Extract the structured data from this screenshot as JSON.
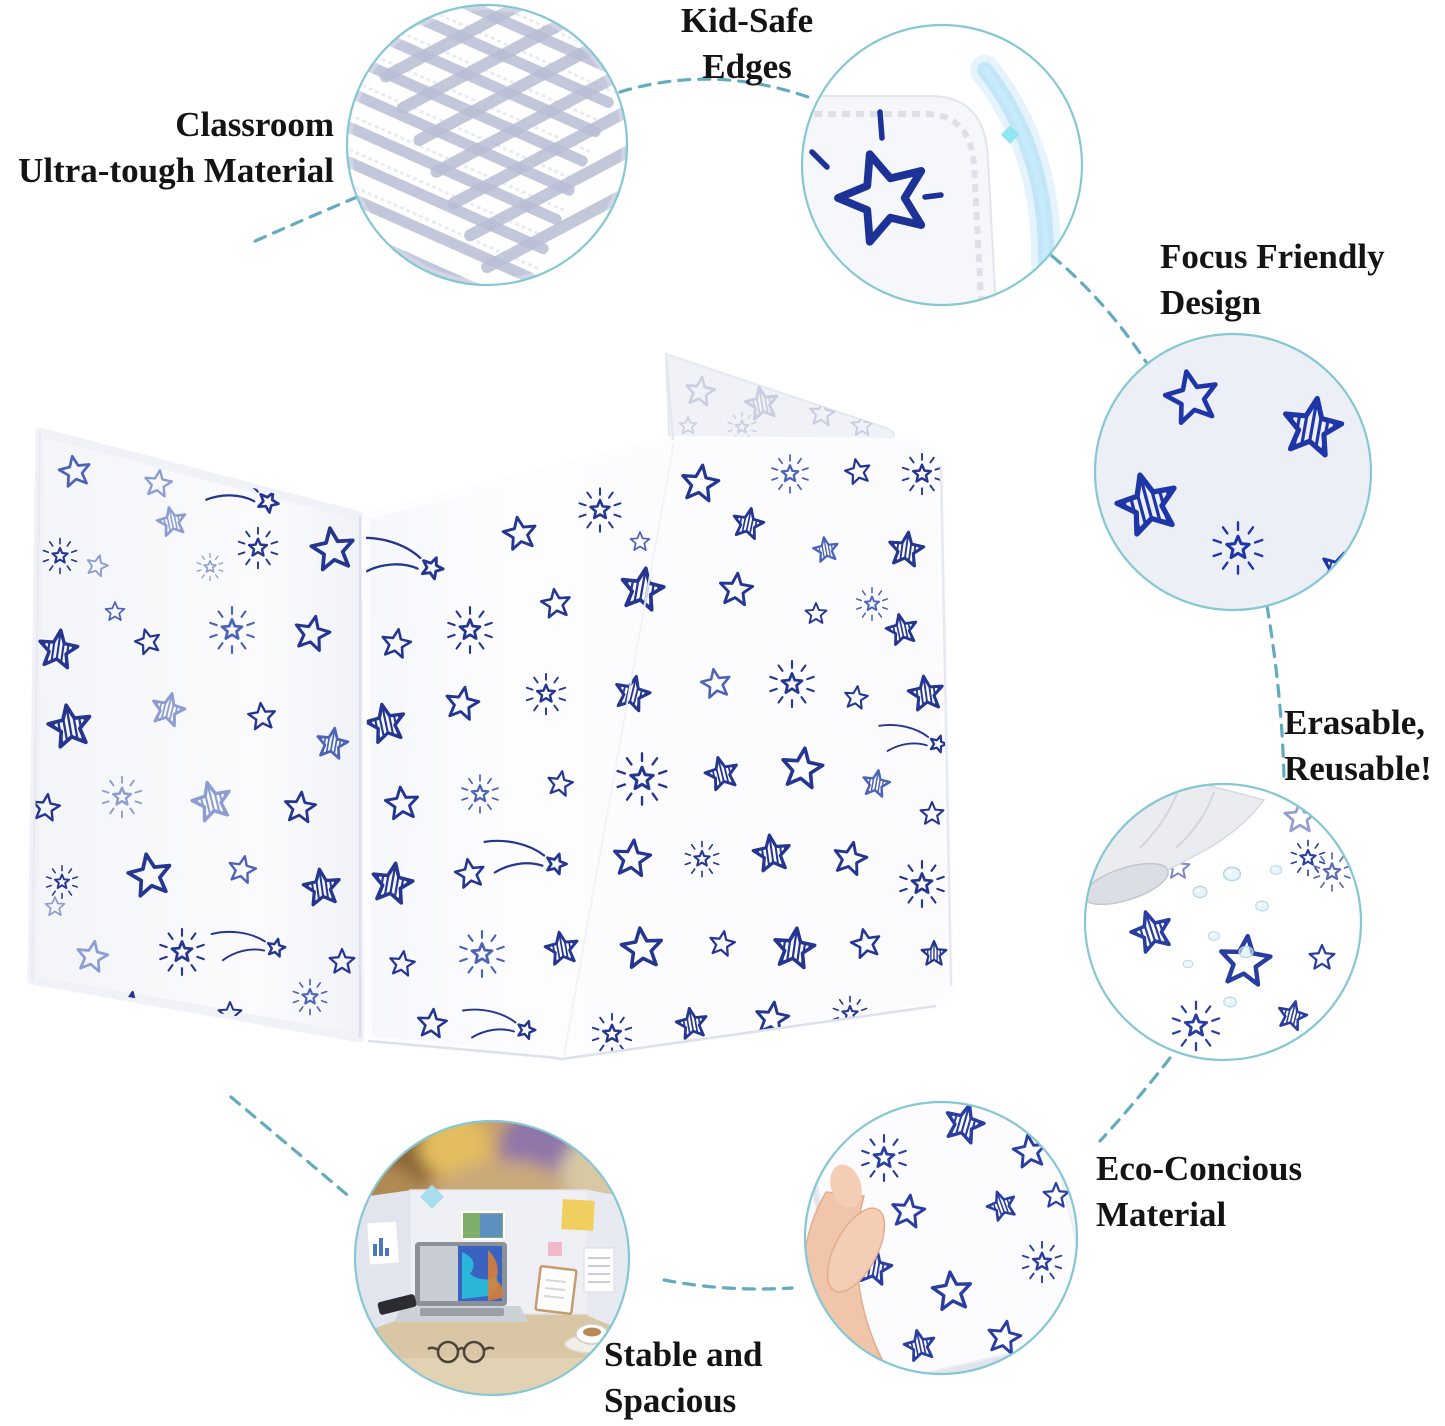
{
  "page": {
    "background": "#ffffff",
    "accent_dash_color": "#4a9cb5",
    "bubble_ring_color": "#86c7d4",
    "star_navy": "#24368f",
    "star_light": "#8c9ed1",
    "text_color": "#141414"
  },
  "product": {
    "name": "star-pattern-classroom-privacy-shield",
    "pattern": "hand-drawn blue stars (outline, striped, burst, shooting) on white trifold board"
  },
  "features": {
    "material": {
      "line1": "Classroom",
      "line2": "Ultra-tough Material",
      "icon": "stacked-corrugated-sheets-photo"
    },
    "edges": {
      "line1": "Kid-Safe",
      "line2": "Edges",
      "icon": "rounded-corner-star-illustration"
    },
    "focus": {
      "line1": "Focus Friendly",
      "line2": "Design",
      "icon": "star-pattern-closeup"
    },
    "erasable": {
      "line1": "Erasable,",
      "line2": "Reusable!",
      "icon": "hand-wiping-cloth-water-drops"
    },
    "eco": {
      "line1": "Eco-Concious",
      "line2": "Material",
      "icon": "hand-holding-star-board"
    },
    "stable": {
      "line1": "Stable and",
      "line2": "Spacious",
      "icon": "desk-setup-photo"
    }
  }
}
